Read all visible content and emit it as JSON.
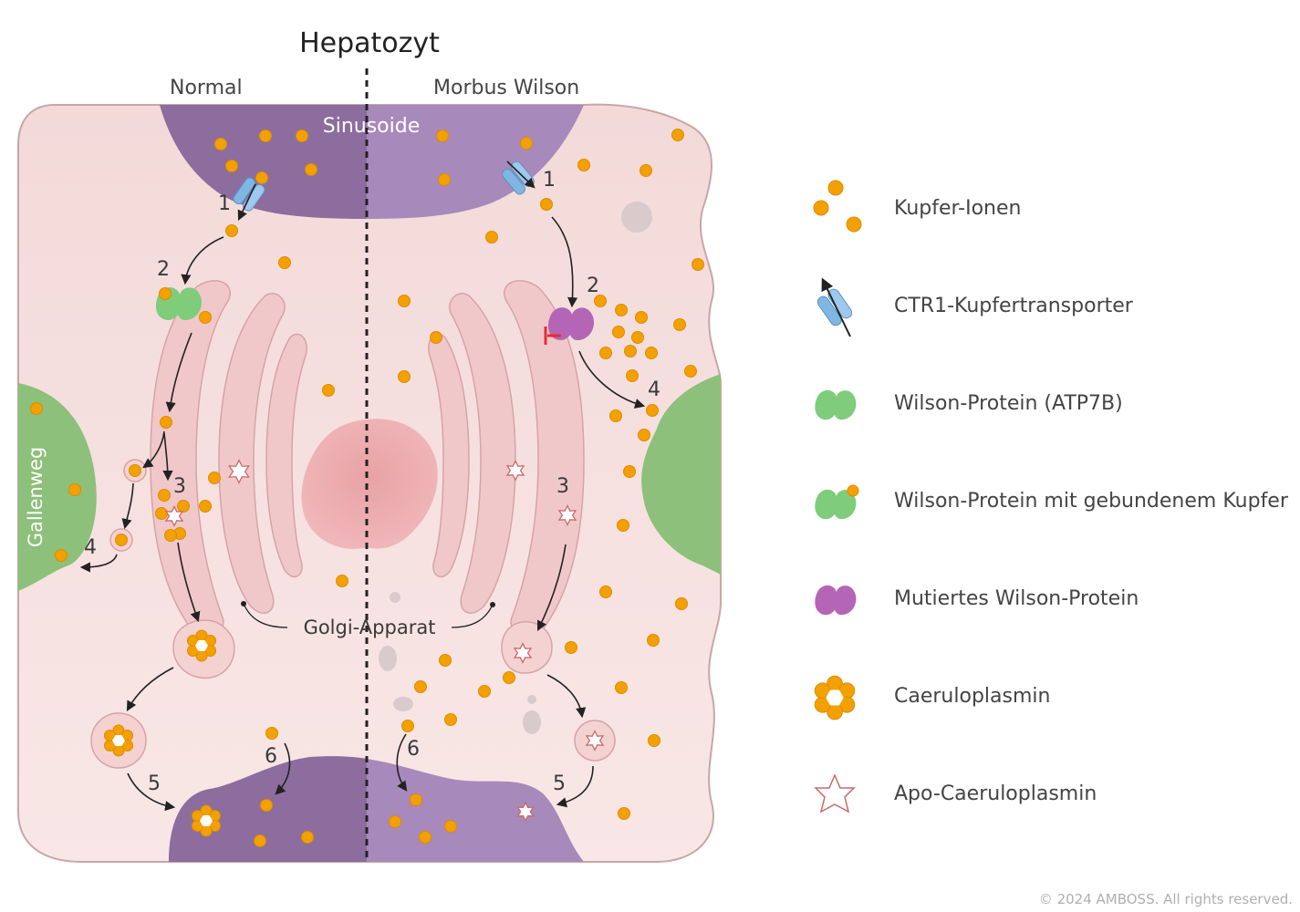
{
  "title": "Hepatozyt",
  "columns": {
    "left": "Normal",
    "right": "Morbus Wilson"
  },
  "labels": {
    "sinusoid": "Sinusoide",
    "bile_duct": "Gallenweg",
    "golgi": "Golgi-Apparat"
  },
  "steps": [
    "1",
    "2",
    "3",
    "4",
    "5",
    "6"
  ],
  "legend": [
    {
      "icon": "copper-ions-icon",
      "label": "Kupfer-Ionen"
    },
    {
      "icon": "ctr1-transporter-icon",
      "label": "CTR1-Kupfertransporter"
    },
    {
      "icon": "wilson-protein-icon",
      "label": "Wilson-Protein (ATP7B)"
    },
    {
      "icon": "wilson-protein-copper-icon",
      "label": "Wilson-Protein mit gebundenem Kupfer"
    },
    {
      "icon": "mutated-wilson-protein-icon",
      "label": "Mutiertes Wilson-Protein"
    },
    {
      "icon": "caeruloplasmin-icon",
      "label": "Caeruloplasmin"
    },
    {
      "icon": "apo-caeruloplasmin-icon",
      "label": "Apo-Caeruloplasmin"
    }
  ],
  "colors": {
    "cell": "#f6e1e0",
    "sinusoid_normal": "#8c6d9e",
    "sinusoid_wilson": "#a889bb",
    "bile": "#8dc07a",
    "copper": "#f2a100",
    "transporter": "#7fb6e2",
    "wilson": "#7fcc7b",
    "mutated": "#b565b5",
    "golgi": "#f0c8c9",
    "nucleus": "#e8a8ab"
  },
  "copyright": "© 2024 AMBOSS. All rights reserved."
}
